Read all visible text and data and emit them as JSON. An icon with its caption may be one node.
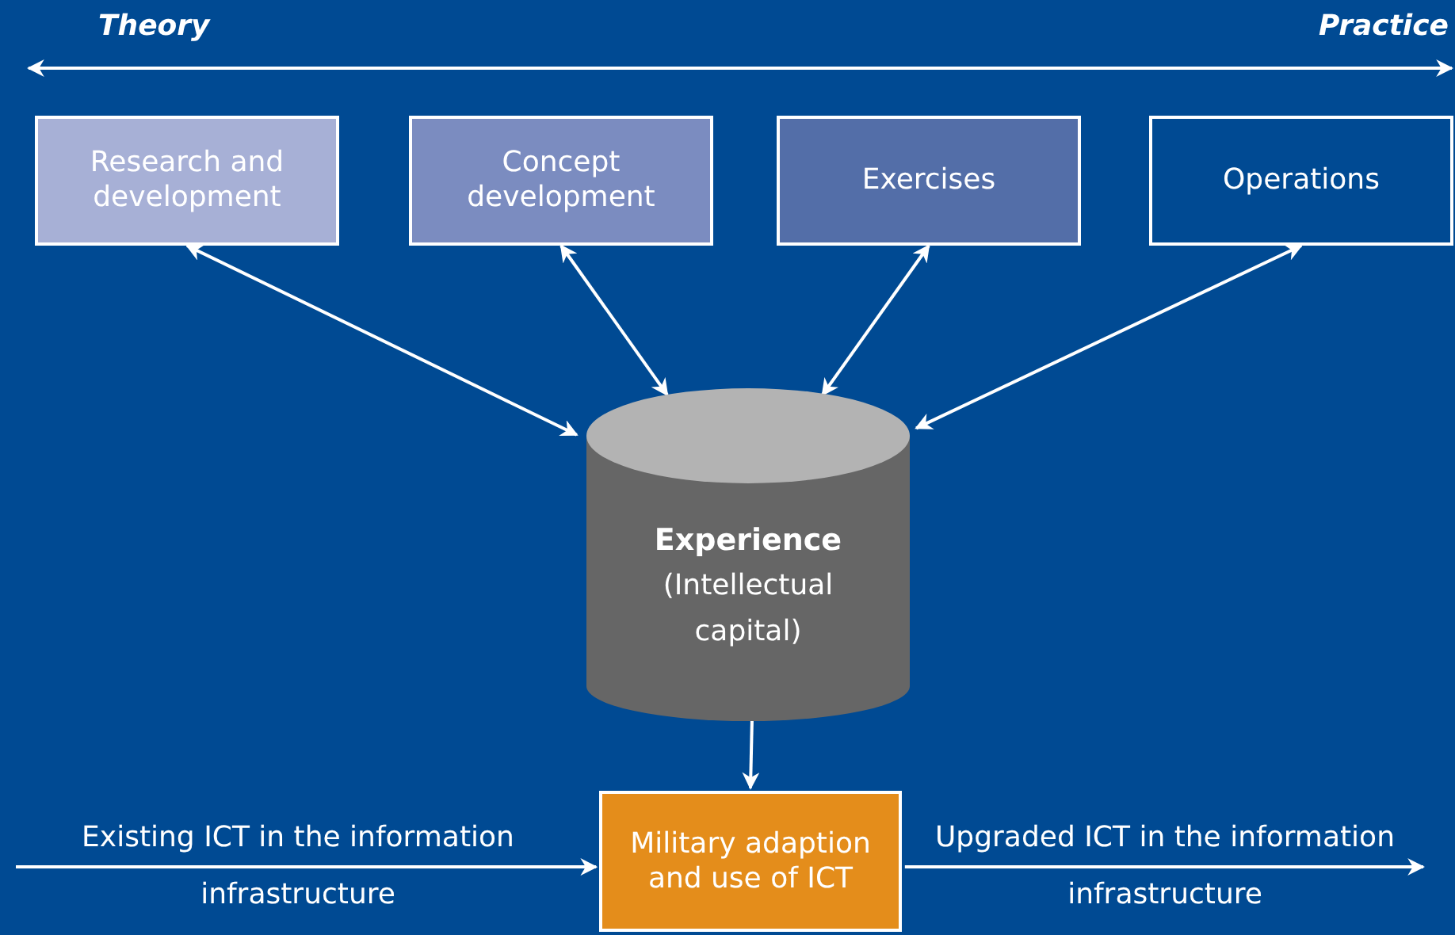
{
  "diagram": {
    "nodes": [
      {
        "text": [
          "Research and development"
        ]
      },
      {
        "text": [
          "Concept development"
        ]
      },
      {
        "text": [
          "Exercises"
        ]
      },
      {
        "text": [
          "Operations"
        ]
      },
      {
        "text": [
          "Experience",
          "(Intellectual capital)"
        ]
      },
      {
        "text": [
          "Military adaption and use of ICT"
        ]
      }
    ],
    "edges": [
      {
        "from": 0,
        "to": 4,
        "arrow": "both"
      },
      {
        "from": 1,
        "to": 4,
        "arrow": "both"
      },
      {
        "from": 2,
        "to": 4,
        "arrow": "both"
      },
      {
        "from": 3,
        "to": 4,
        "arrow": "both"
      },
      {
        "from": 4,
        "to": 5,
        "arrow": "to"
      },
      {
        "from": null,
        "to": 5,
        "arrow": "to",
        "label": "Existing ICT in the information infrastructure"
      },
      {
        "from": 5,
        "to": null,
        "arrow": "to",
        "label": "Upgraded ICT in the information infrastructure"
      }
    ],
    "labels": [
      "Theory",
      "Practice"
    ]
  }
}
